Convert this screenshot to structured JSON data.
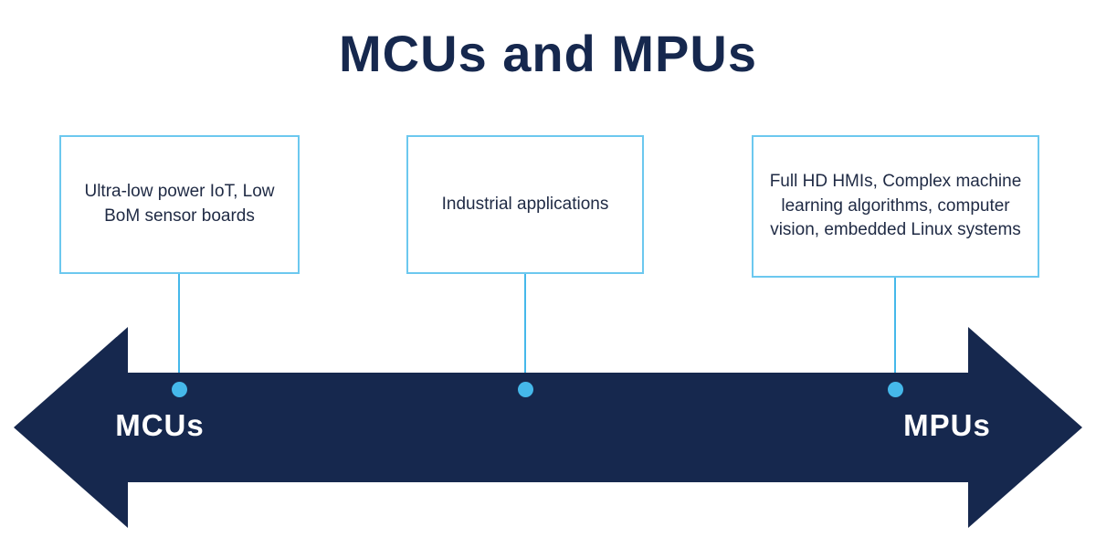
{
  "title": "MCUs and MPUs",
  "colors": {
    "navy": "#16284e",
    "accent_blue": "#45b8ea",
    "box_border": "#6cc8ef",
    "text_navy": "#1f2a44"
  },
  "callouts": [
    {
      "text": "Ultra-low power IoT, Low BoM sensor boards"
    },
    {
      "text": "Industrial applications"
    },
    {
      "text": "Full HD HMIs, Complex machine learning algorithms, computer vision, embedded Linux systems"
    }
  ],
  "spectrum": {
    "left_label": "MCUs",
    "right_label": "MPUs"
  }
}
